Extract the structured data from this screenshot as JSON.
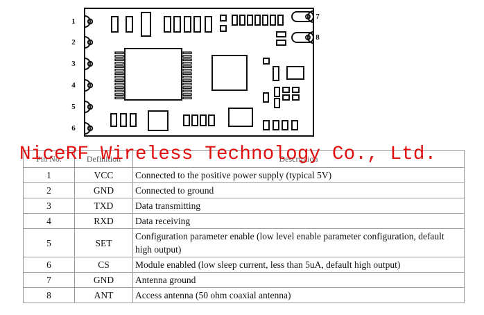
{
  "module_diagram": {
    "left_pins": [
      "1",
      "2",
      "3",
      "4",
      "5",
      "6"
    ],
    "right_pins": [
      "7",
      "8"
    ]
  },
  "watermark": {
    "text": "NiceRF Wireless Technology Co., Ltd."
  },
  "pin_table": {
    "headers": [
      "Pin No.",
      "Definition",
      "Description"
    ],
    "rows": [
      {
        "pin": "1",
        "def": "VCC",
        "desc": "Connected to the positive power supply (typical 5V)"
      },
      {
        "pin": "2",
        "def": "GND",
        "desc": "Connected to ground"
      },
      {
        "pin": "3",
        "def": "TXD",
        "desc": "Data transmitting"
      },
      {
        "pin": "4",
        "def": "RXD",
        "desc": "Data receiving"
      },
      {
        "pin": "5",
        "def": "SET",
        "desc": "Configuration parameter enable (low level enable parameter configuration, default high output)"
      },
      {
        "pin": "6",
        "def": "CS",
        "desc": "Module enabled (low sleep current, less than 5uA,  default high output)"
      },
      {
        "pin": "7",
        "def": "GND",
        "desc": "Antenna ground"
      },
      {
        "pin": "8",
        "def": "ANT",
        "desc": "Access antenna (50 ohm coaxial antenna)"
      }
    ]
  }
}
